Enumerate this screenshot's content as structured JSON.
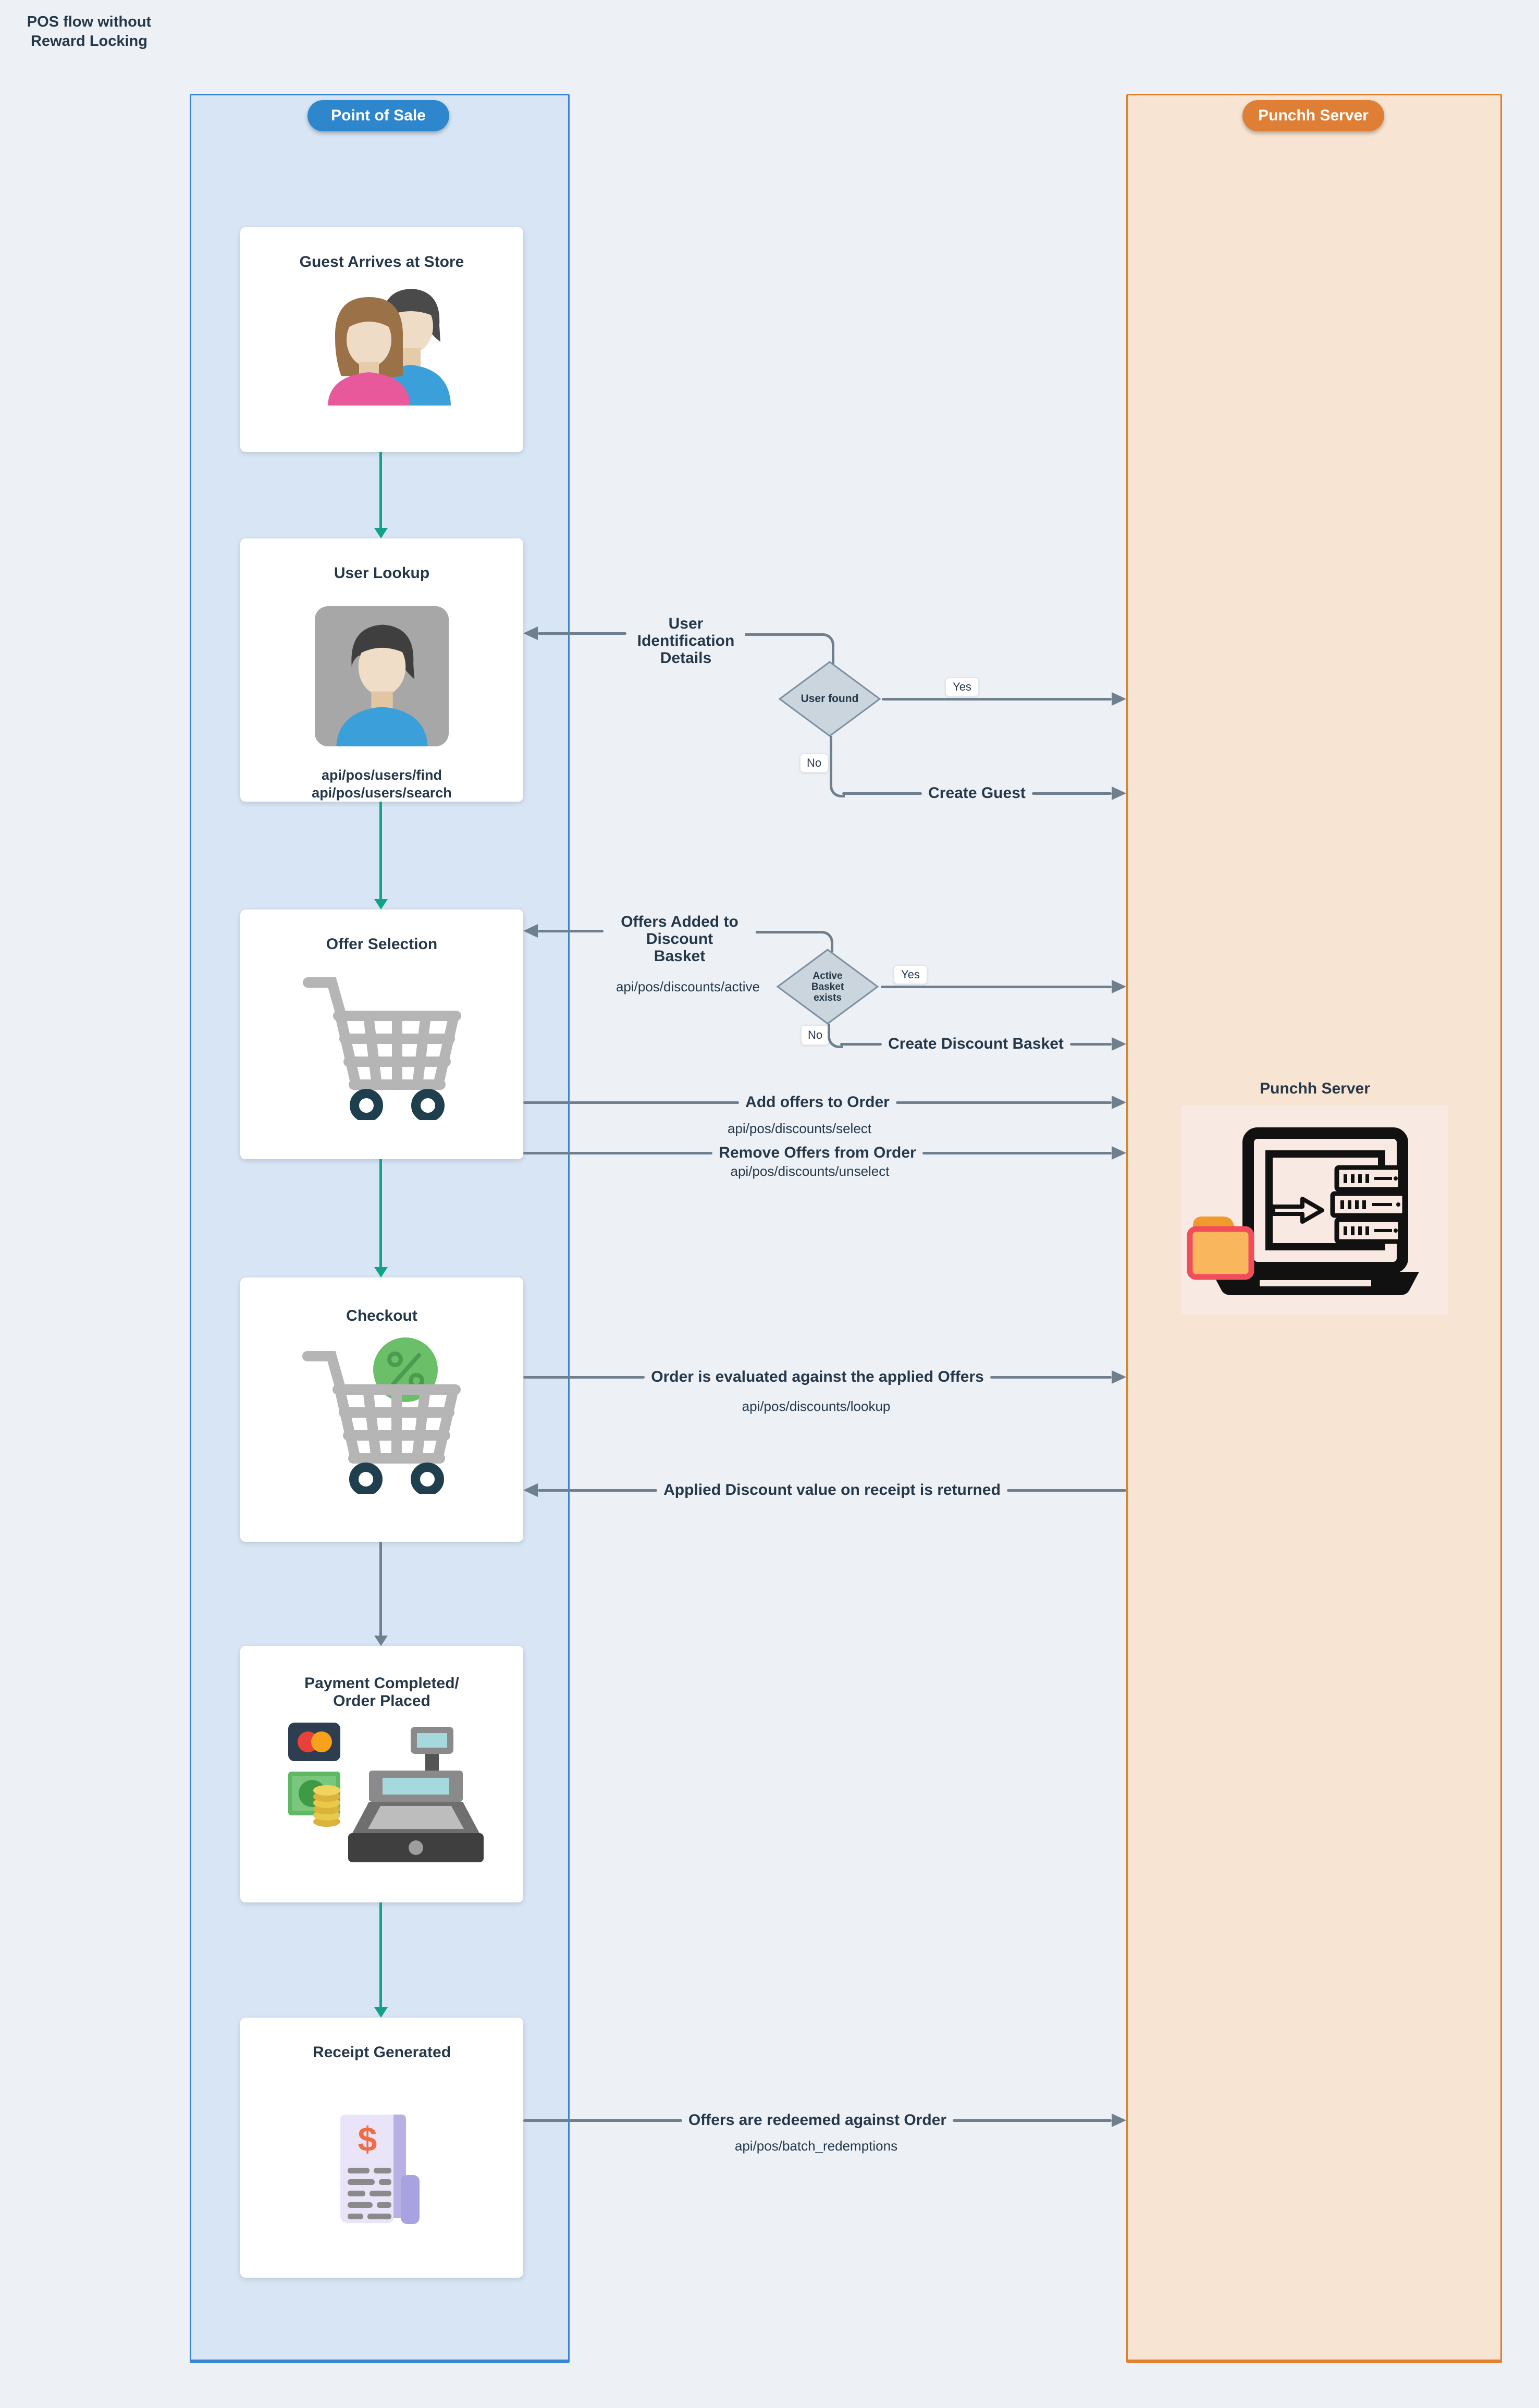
{
  "title": {
    "line1": "POS flow without",
    "line2": "Reward Locking"
  },
  "lanes": {
    "pos": "Point of Sale",
    "punchh": "Punchh Server"
  },
  "steps": {
    "guest": {
      "title": "Guest Arrives at Store"
    },
    "user_lookup": {
      "title": "User Lookup",
      "api1": "api/pos/users/find",
      "api2": "api/pos/users/search"
    },
    "offer_selection": {
      "title": "Offer Selection"
    },
    "checkout": {
      "title": "Checkout"
    },
    "payment": {
      "title1": "Payment Completed/",
      "title2": "Order Placed"
    },
    "receipt": {
      "title": "Receipt Generated"
    }
  },
  "decisions": {
    "user_found": {
      "label": "User found",
      "yes": "Yes",
      "no": "No"
    },
    "active_basket": {
      "l1": "Active",
      "l2": "Basket",
      "l3": "exists",
      "yes": "Yes",
      "no": "No"
    }
  },
  "messages": {
    "user_identification": {
      "l1": "User Identification",
      "l2": "Details"
    },
    "create_guest": "Create Guest",
    "offers_added": {
      "l1": "Offers Added to Discount",
      "l2": "Basket"
    },
    "api_active": "api/pos/discounts/active",
    "create_discount_basket": "Create Discount Basket",
    "add_offers": {
      "label": "Add offers to Order",
      "api": "api/pos/discounts/select"
    },
    "remove_offers": {
      "label": "Remove Offers from Order",
      "api": "api/pos/discounts/unselect"
    },
    "order_evaluated": {
      "label": "Order is evaluated against the applied Offers",
      "api": "api/pos/discounts/lookup"
    },
    "applied_discount": {
      "label": "Applied Discount value on receipt is returned"
    },
    "offers_redeemed": {
      "label": "Offers are redeemed against Order",
      "api": "api/pos/batch_redemptions"
    }
  },
  "server": {
    "label": "Punchh Server"
  },
  "icons": {
    "receipt_dollar": "$"
  },
  "colors": {
    "pos_accent": "#2e86cd",
    "punchh_accent": "#df7e35",
    "teal": "#12a28a",
    "slate": "#6e7f8d",
    "navy": "#25384a",
    "pos_fill": "#d7e5f5",
    "punchh_fill": "#f8e4d2"
  }
}
